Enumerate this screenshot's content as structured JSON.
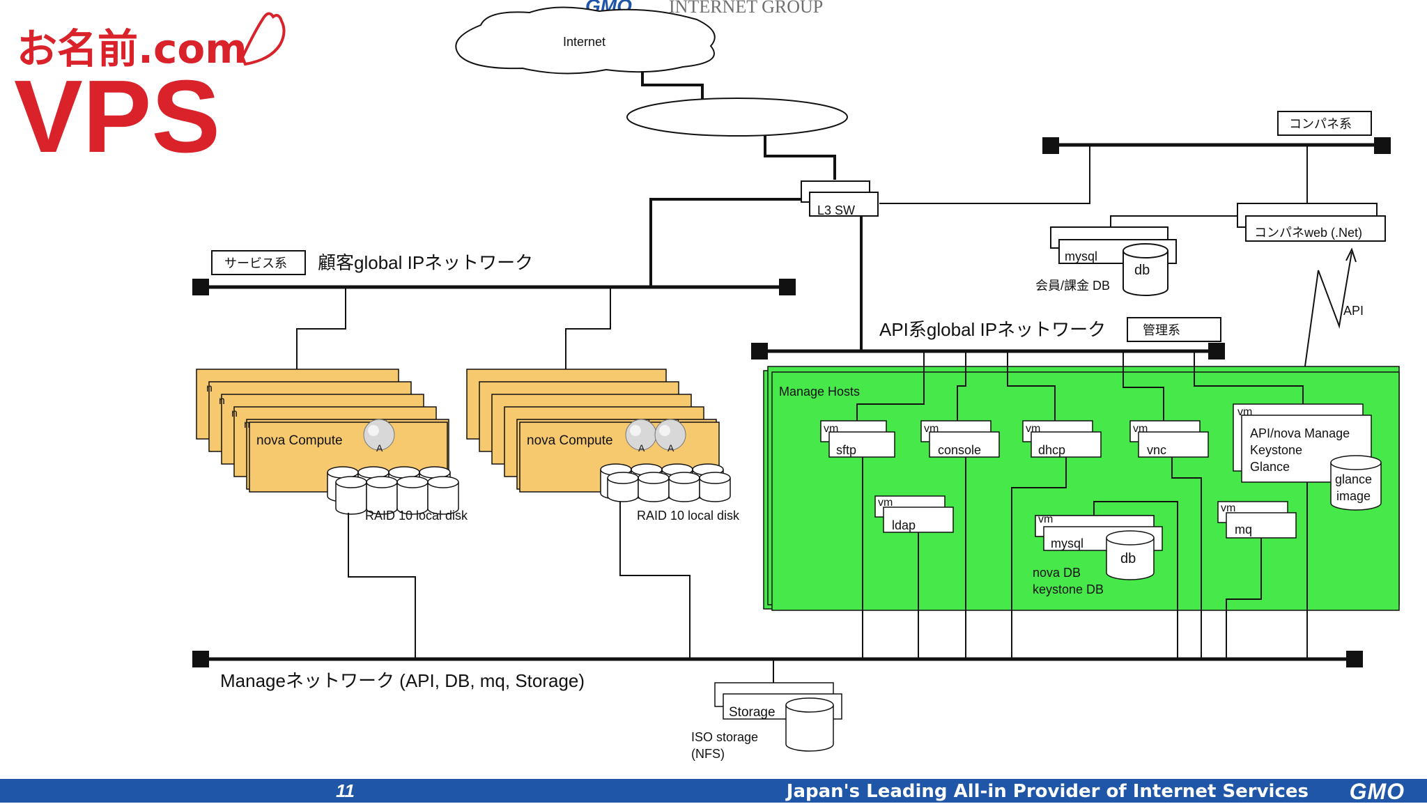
{
  "header": {
    "gmo_group_mark": "GMO",
    "gmo_group_suffix": "INTERNET GROUP",
    "logo_top": "お名前.com",
    "logo_bottom": "VPS"
  },
  "diagram": {
    "internet": "Internet",
    "l3_switch": "L3 SW",
    "controlpanel_group": "コンパネ系",
    "controlpanel_web": "コンパネweb (.Net)",
    "member_mysql": "mysql",
    "member_db": "db",
    "member_db_caption": "会員/課金 DB",
    "api_label": "API",
    "service_group": "サービス系",
    "customer_network": "顧客global IPネットワーク",
    "api_network": "API系global IPネットワーク",
    "management_group": "管理系",
    "manage_hosts": "Manage Hosts",
    "vm": "vm",
    "nova_compute": "nova Compute",
    "nova_compute_stack_letter": "n",
    "raid_caption": "RAID 10 local disk",
    "services": {
      "sftp": "sftp",
      "console": "console",
      "dhcp": "dhcp",
      "vnc": "vnc",
      "ldap": "ldap",
      "mq": "mq",
      "mysql": "mysql",
      "db": "db",
      "nova_db_line1": "nova DB",
      "nova_db_line2": "keystone DB",
      "api_manage_line1": "API/nova Manage",
      "api_manage_line2": "Keystone",
      "api_manage_line3": "Glance",
      "glance_line1": "glance",
      "glance_line2": "image"
    },
    "manage_network": "Manageネットワーク (API, DB, mq, Storage)",
    "storage": "Storage",
    "iso_storage_line1": "ISO storage",
    "iso_storage_line2": "(NFS)"
  },
  "footer": {
    "page_number": "11",
    "tagline": "Japan's Leading All-in Provider of Internet Services",
    "brand": "GMO"
  },
  "colors": {
    "logo_red": "#d9222a",
    "gmo_blue": "#1f56a8",
    "compute_fill": "#f7c96e",
    "manage_green": "#46e84a"
  }
}
